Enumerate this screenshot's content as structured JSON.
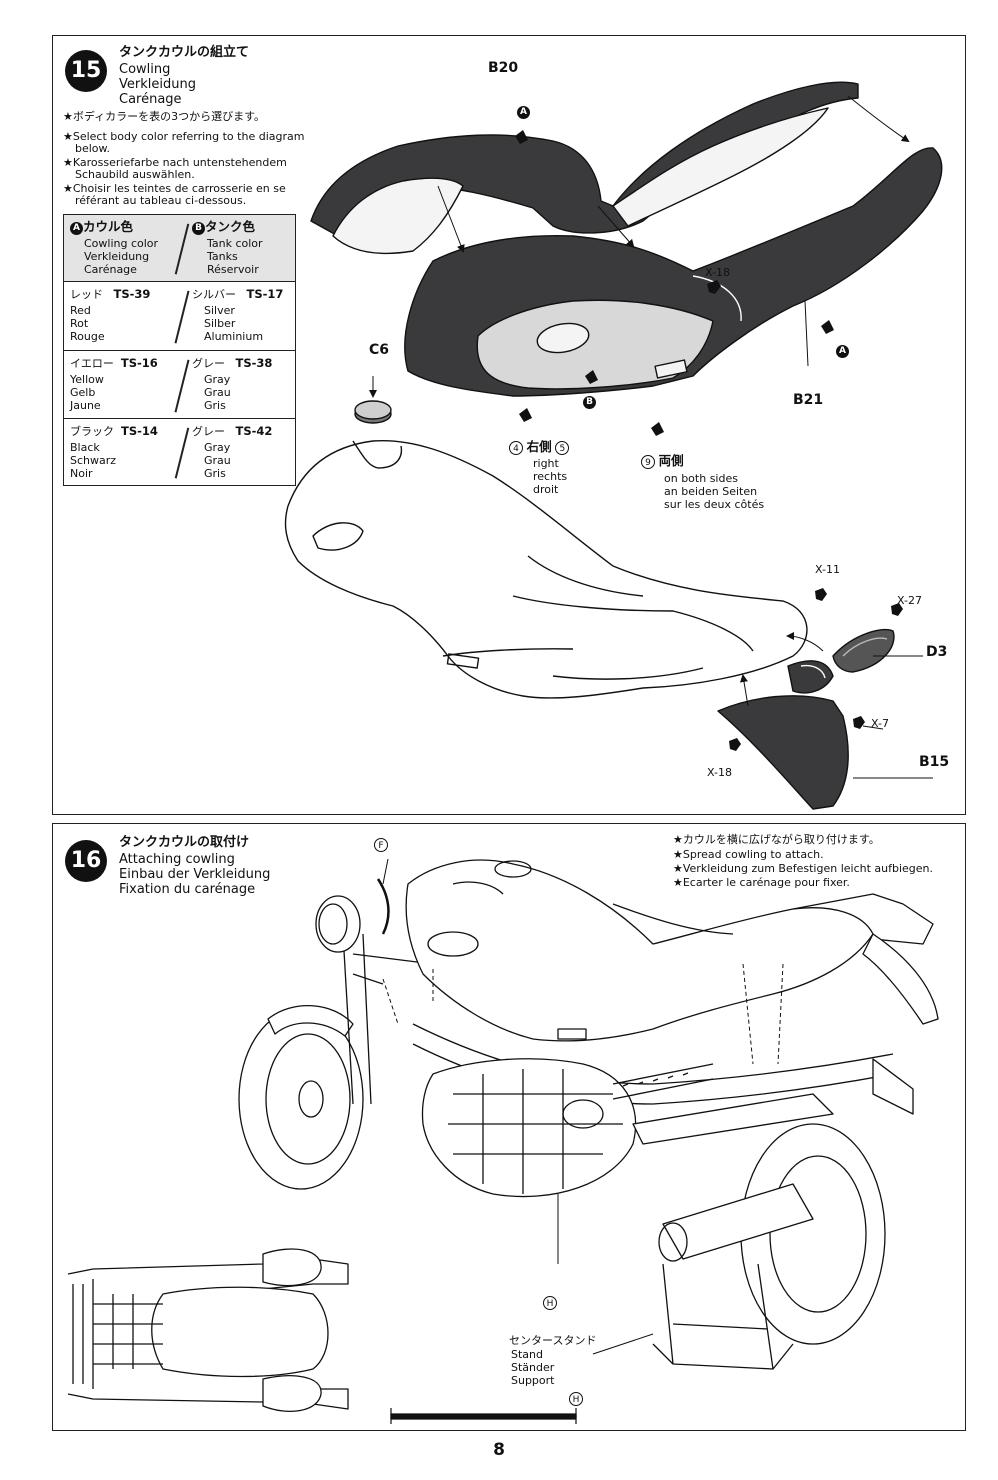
{
  "step15": {
    "number": "15",
    "title_jp": "タンクカウルの組立て",
    "title_en": "Cowling",
    "title_de": "Verkleidung",
    "title_fr": "Carénage",
    "notes": [
      "★ボディカラーを表の3つから選びます。",
      "★Select body color referring to the diagram",
      "below.",
      "★Karosseriefarbe nach untenstehendem",
      "Schaubild auswählen.",
      "★Choisir les teintes de carrosserie en se",
      "référant au tableau ci-dessous."
    ],
    "table": {
      "head_a_mark": "A",
      "head_a_jp": "カウル色",
      "head_a": [
        "Cowling color",
        "Verkleidung",
        "Carénage"
      ],
      "head_b_mark": "B",
      "head_b_jp": "タンク色",
      "head_b": [
        "Tank color",
        "Tanks",
        "Réservoir"
      ],
      "rows": [
        {
          "a_jp": "レッド",
          "a_code": "TS-39",
          "a": [
            "Red",
            "Rot",
            "Rouge"
          ],
          "b_jp": "シルバー",
          "b_code": "TS-17",
          "b": [
            "Silver",
            "Silber",
            "Aluminium"
          ]
        },
        {
          "a_jp": "イエロー",
          "a_code": "TS-16",
          "a": [
            "Yellow",
            "Gelb",
            "Jaune"
          ],
          "b_jp": "グレー",
          "b_code": "TS-38",
          "b": [
            "Gray",
            "Grau",
            "Gris"
          ]
        },
        {
          "a_jp": "ブラック",
          "a_code": "TS-14",
          "a": [
            "Black",
            "Schwarz",
            "Noir"
          ],
          "b_jp": "グレー",
          "b_code": "TS-42",
          "b": [
            "Gray",
            "Grau",
            "Gris"
          ]
        }
      ]
    },
    "labels": {
      "b20": "B20",
      "b21": "B21",
      "c6": "C6",
      "d3": "D3",
      "b15": "B15",
      "x18a": "X-18",
      "x18b": "X-18",
      "x11": "X-11",
      "x27": "X-27",
      "x7": "X-7",
      "mark_a": "A",
      "mark_b": "B"
    },
    "callout_right": {
      "n1": "4",
      "jp": "右側",
      "n2": "5",
      "lines": [
        "right",
        "rechts",
        "droit"
      ]
    },
    "callout_both": {
      "n": "9",
      "jp": "両側",
      "lines": [
        "on both sides",
        "an beiden Seiten",
        "sur les deux côtés"
      ]
    }
  },
  "step16": {
    "number": "16",
    "title_jp": "タンクカウルの取付け",
    "title_en": "Attaching cowling",
    "title_de": "Einbau der Verkleidung",
    "title_fr": "Fixation du carénage",
    "notes": [
      "★カウルを横に広げながら取り付けます。",
      "★Spread cowling to attach.",
      "★Verkleidung zum Befestigen leicht aufbiegen.",
      "★Ecarter le carénage pour fixer."
    ],
    "mark_f": "F",
    "mark_h": "H",
    "mark_h2": "H",
    "stand_jp": "センタースタンド",
    "stand": [
      "Stand",
      "Ständer",
      "Support"
    ]
  },
  "page_number": "8"
}
